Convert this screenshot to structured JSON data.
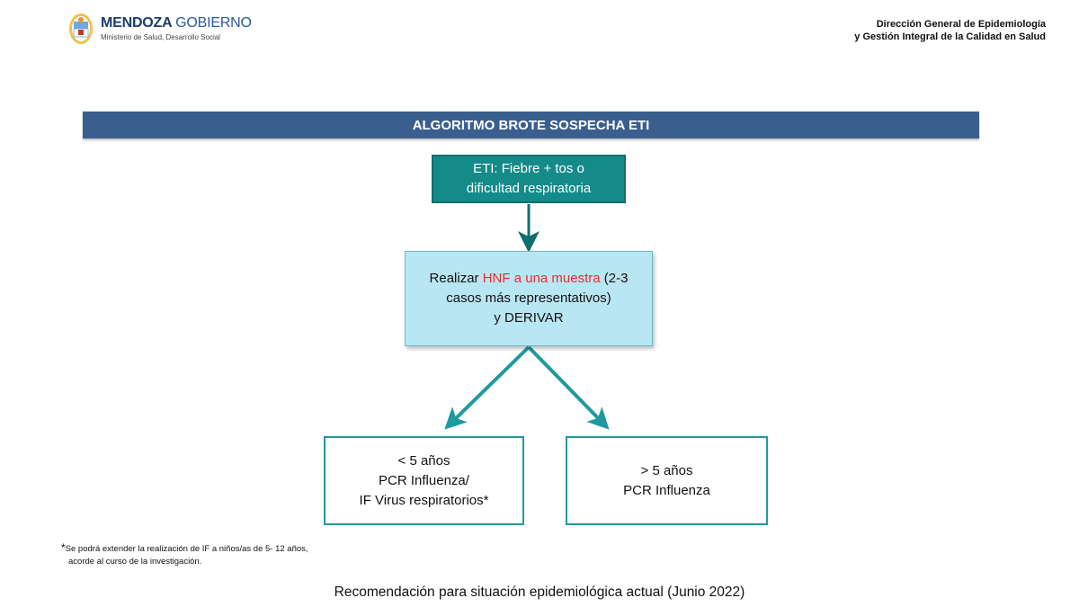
{
  "header": {
    "brand_bold": "MENDOZA",
    "brand_light": "GOBIERNO",
    "brand_sub": "Ministerio de Salud, Desarrollo Social",
    "right_line1": "Dirección General de Epidemiología",
    "right_line2": "y Gestión Integral de la Calidad en Salud"
  },
  "banner": {
    "title": "ALGORITMO BROTE SOSPECHA ETI"
  },
  "nodes": {
    "eti": {
      "line1": "ETI: Fiebre + tos o",
      "line2": "dificultad respiratoria"
    },
    "hnf": {
      "prefix": "Realizar ",
      "highlight": "HNF a una muestra",
      "suffix": " (2-3",
      "line2": "casos más representativos)",
      "line3": "y DERIVAR"
    },
    "under5": {
      "line1": "< 5 años",
      "line2": "PCR Influenza/",
      "line3": "IF Virus respiratorios*"
    },
    "over5": {
      "line1": "> 5 años",
      "line2": "PCR Influenza"
    }
  },
  "footnote": {
    "star": "*",
    "line1": "Se podrá extender la realización de IF a niños/as de 5- 12 años,",
    "line2": "acorde al curso de la investigación."
  },
  "caption": "Recomendación para situación epidemiológica actual (Junio 2022)",
  "colors": {
    "banner": "#3a5f8f",
    "eti_box": "#148a89",
    "hnf_box": "#b9e6f3",
    "arrow": "#1e9a9f",
    "highlight": "#e0312c"
  }
}
